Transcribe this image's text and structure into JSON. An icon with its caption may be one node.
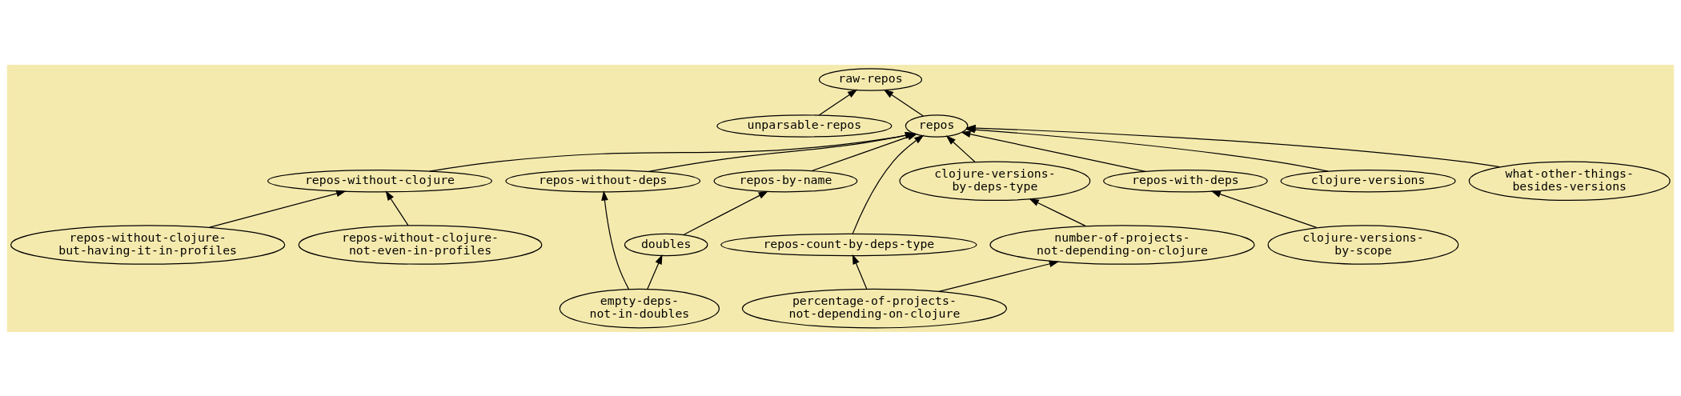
{
  "diagram": {
    "nodes": [
      {
        "text": [
          "raw-repos"
        ]
      },
      {
        "text": [
          "unparsable-repos"
        ]
      },
      {
        "text": [
          "repos"
        ]
      },
      {
        "text": [
          "repos-without-clojure"
        ]
      },
      {
        "text": [
          "repos-by-name"
        ]
      },
      {
        "text": [
          "repos-without-deps"
        ]
      },
      {
        "text": [
          "clojure-versions- by-deps-type"
        ]
      },
      {
        "text": [
          "repos-with-deps"
        ]
      },
      {
        "text": [
          "clojure-versions"
        ]
      },
      {
        "text": [
          "what-other-things- besides-versions"
        ]
      },
      {
        "text": [
          "repos-without-clojure- but-having-it-in-profiles"
        ]
      },
      {
        "text": [
          "repos-without-clojure- not-even-in-profiles"
        ]
      },
      {
        "text": [
          "doubles"
        ]
      },
      {
        "text": [
          "repos-count-by-deps-type"
        ]
      },
      {
        "text": [
          "number-of-projects- not-depending-on-clojure"
        ]
      },
      {
        "text": [
          "clojure-versions- by-scope"
        ]
      },
      {
        "text": [
          "empty-deps- not-in-doubles"
        ]
      },
      {
        "text": [
          "percentage-of-projects- not-depending-on-clojure"
        ]
      }
    ],
    "edges": [
      {
        "from": 1,
        "to": 0,
        "arrow": "to"
      },
      {
        "from": 2,
        "to": 0,
        "arrow": "to"
      },
      {
        "from": 3,
        "to": 2,
        "arrow": "to"
      },
      {
        "from": 4,
        "to": 2,
        "arrow": "to"
      },
      {
        "from": 5,
        "to": 2,
        "arrow": "to"
      },
      {
        "from": 6,
        "to": 2,
        "arrow": "to"
      },
      {
        "from": 7,
        "to": 2,
        "arrow": "to"
      },
      {
        "from": 8,
        "to": 2,
        "arrow": "to"
      },
      {
        "from": 9,
        "to": 2,
        "arrow": "to"
      },
      {
        "from": 13,
        "to": 2,
        "arrow": "to"
      },
      {
        "from": 10,
        "to": 3,
        "arrow": "to"
      },
      {
        "from": 11,
        "to": 3,
        "arrow": "to"
      },
      {
        "from": 12,
        "to": 4,
        "arrow": "to"
      },
      {
        "from": 16,
        "to": 12,
        "arrow": "to"
      },
      {
        "from": 16,
        "to": 5,
        "arrow": "to"
      },
      {
        "from": 14,
        "to": 6,
        "arrow": "to"
      },
      {
        "from": 15,
        "to": 7,
        "arrow": "to"
      },
      {
        "from": 17,
        "to": 13,
        "arrow": "to"
      },
      {
        "from": 17,
        "to": 14,
        "arrow": "to"
      }
    ]
  }
}
